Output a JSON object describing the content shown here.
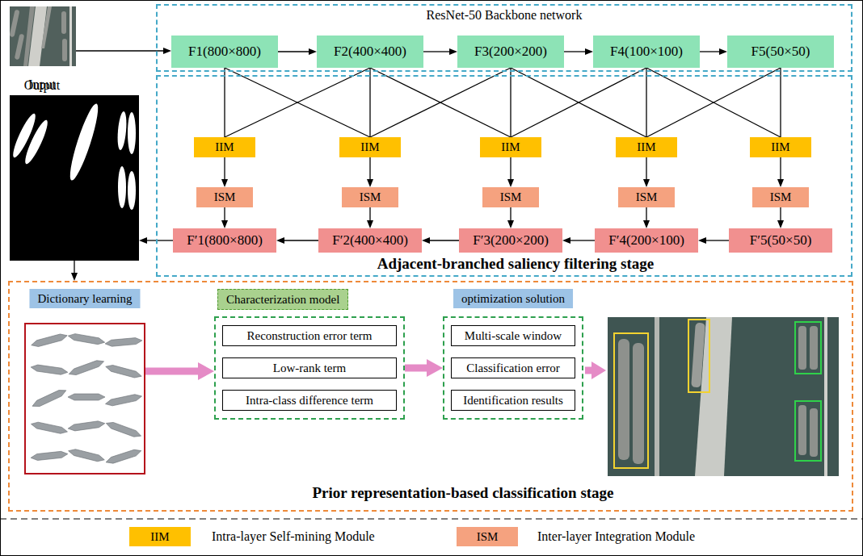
{
  "diagram": {
    "nodes": [
      {
        "text": [
          "Input"
        ]
      },
      {
        "text": [
          "ResNet-50 Backbone network"
        ]
      },
      {
        "text": [
          "F1(800×800)"
        ],
        "in": 1
      },
      {
        "text": [
          "F2(400×400)"
        ],
        "in": 1
      },
      {
        "text": [
          "F3(200×200)"
        ],
        "in": 1
      },
      {
        "text": [
          "F4(100×100)"
        ],
        "in": 1
      },
      {
        "text": [
          "F5(50×50)"
        ],
        "in": 1
      },
      {
        "text": [
          "Adjacent-branched saliency filtering stage"
        ]
      },
      {
        "text": [
          "IIM"
        ],
        "in": 7
      },
      {
        "text": [
          "IIM"
        ],
        "in": 7
      },
      {
        "text": [
          "IIM"
        ],
        "in": 7
      },
      {
        "text": [
          "IIM"
        ],
        "in": 7
      },
      {
        "text": [
          "IIM"
        ],
        "in": 7
      },
      {
        "text": [
          "ISM"
        ],
        "in": 7
      },
      {
        "text": [
          "ISM"
        ],
        "in": 7
      },
      {
        "text": [
          "ISM"
        ],
        "in": 7
      },
      {
        "text": [
          "ISM"
        ],
        "in": 7
      },
      {
        "text": [
          "ISM"
        ],
        "in": 7
      },
      {
        "text": [
          "F′1(800×800)"
        ],
        "in": 7
      },
      {
        "text": [
          "F′2(400×400)"
        ],
        "in": 7
      },
      {
        "text": [
          "F′3(200×200)"
        ],
        "in": 7
      },
      {
        "text": [
          "F′4(200×100)"
        ],
        "in": 7
      },
      {
        "text": [
          "F′5(50×50)"
        ],
        "in": 7
      },
      {
        "text": [
          "Output"
        ]
      },
      {
        "text": [
          "Prior representation-based classification stage"
        ]
      },
      {
        "text": [
          "Dictionary learning"
        ],
        "in": 24
      },
      {
        "text": [
          "Characterization model"
        ],
        "in": 24
      },
      {
        "text": [
          "Reconstruction error term"
        ],
        "in": 26
      },
      {
        "text": [
          "Low-rank term"
        ],
        "in": 26
      },
      {
        "text": [
          "Intra-class difference term"
        ],
        "in": 26
      },
      {
        "text": [
          "optimization solution"
        ],
        "in": 24
      },
      {
        "text": [
          "Multi-scale window"
        ],
        "in": 30
      },
      {
        "text": [
          "Classification error"
        ],
        "in": 30
      },
      {
        "text": [
          "Identification results"
        ],
        "in": 30
      }
    ],
    "edges": [
      {
        "from": 0,
        "to": 2,
        "arrow": "to"
      },
      {
        "from": 2,
        "to": 3,
        "arrow": "to"
      },
      {
        "from": 3,
        "to": 4,
        "arrow": "to"
      },
      {
        "from": 4,
        "to": 5,
        "arrow": "to"
      },
      {
        "from": 5,
        "to": 6,
        "arrow": "to"
      },
      {
        "from": 2,
        "to": 8,
        "arrow": "none"
      },
      {
        "from": 3,
        "to": 8,
        "arrow": "none"
      },
      {
        "from": 2,
        "to": 9,
        "arrow": "none"
      },
      {
        "from": 3,
        "to": 9,
        "arrow": "none"
      },
      {
        "from": 4,
        "to": 9,
        "arrow": "none"
      },
      {
        "from": 3,
        "to": 10,
        "arrow": "none"
      },
      {
        "from": 4,
        "to": 10,
        "arrow": "none"
      },
      {
        "from": 5,
        "to": 10,
        "arrow": "none"
      },
      {
        "from": 4,
        "to": 11,
        "arrow": "none"
      },
      {
        "from": 5,
        "to": 11,
        "arrow": "none"
      },
      {
        "from": 6,
        "to": 11,
        "arrow": "none"
      },
      {
        "from": 5,
        "to": 12,
        "arrow": "none"
      },
      {
        "from": 6,
        "to": 12,
        "arrow": "none"
      },
      {
        "from": 8,
        "to": 13,
        "arrow": "to"
      },
      {
        "from": 9,
        "to": 14,
        "arrow": "to"
      },
      {
        "from": 10,
        "to": 15,
        "arrow": "to"
      },
      {
        "from": 11,
        "to": 16,
        "arrow": "to"
      },
      {
        "from": 12,
        "to": 17,
        "arrow": "to"
      },
      {
        "from": 13,
        "to": 18,
        "arrow": "to"
      },
      {
        "from": 14,
        "to": 19,
        "arrow": "to"
      },
      {
        "from": 15,
        "to": 20,
        "arrow": "to"
      },
      {
        "from": 16,
        "to": 21,
        "arrow": "to"
      },
      {
        "from": 17,
        "to": 22,
        "arrow": "to"
      },
      {
        "from": 22,
        "to": 21,
        "arrow": "to"
      },
      {
        "from": 21,
        "to": 20,
        "arrow": "to"
      },
      {
        "from": 20,
        "to": 19,
        "arrow": "to"
      },
      {
        "from": 19,
        "to": 18,
        "arrow": "to"
      },
      {
        "from": 18,
        "to": 23,
        "arrow": "to"
      },
      {
        "from": 23,
        "to": 24,
        "arrow": "to"
      },
      {
        "from": 25,
        "to": 26,
        "arrow": "to"
      },
      {
        "from": 26,
        "to": 30,
        "arrow": "to"
      }
    ],
    "labels": [
      "IIM",
      "ISM"
    ],
    "legend": [
      {
        "text": "Intra-layer Self-mining Module",
        "color": "#FFC000"
      },
      {
        "text": "Inter-layer Integration Module",
        "color": "#F5A27F"
      }
    ]
  }
}
